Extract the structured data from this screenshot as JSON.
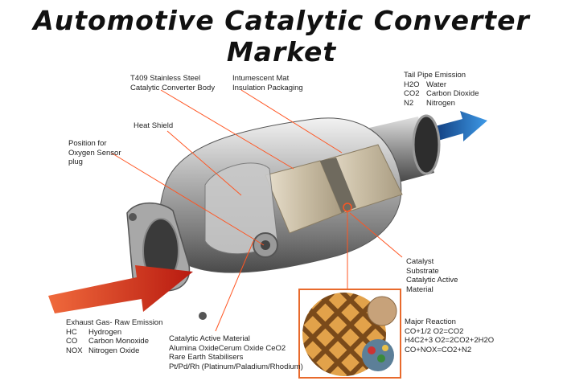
{
  "title": "Automotive Catalytic Converter Market",
  "labels": {
    "body": [
      "T409 Stainless Steel",
      "Catalytic Converter Body"
    ],
    "mat": [
      "Intumescent Mat",
      "Insulation Packaging"
    ],
    "heat_shield": "Heat Shield",
    "sensor": [
      "Position for",
      "Oxygen Sensor",
      "plug"
    ],
    "catalyst": [
      "Catalyst",
      "Substrate",
      "Catalytic Active",
      "Material"
    ],
    "reaction_title": "Major Reaction",
    "reactions": [
      "CO+1/2 O2=CO2",
      "H4C2+3 O2=2CO2+2H2O",
      "CO+NOX=CO2+N2"
    ],
    "active": [
      "Catalytic Active Material",
      "Alumina OxideCerum Oxide CeO2",
      "Rare Earth Stabilisers",
      "Pt/Pd/Rh (Platinum/Paladium/Rhodium)"
    ]
  },
  "tailpipe": {
    "title": "Tail Pipe Emission",
    "rows": [
      {
        "code": "H2O",
        "name": "Water"
      },
      {
        "code": "CO2",
        "name": "Carbon Dioxide"
      },
      {
        "code": "N2",
        "name": "Nitrogen"
      }
    ]
  },
  "exhaust": {
    "title": "Exhaust Gas- Raw Emission",
    "rows": [
      {
        "code": "HC",
        "name": "Hydrogen"
      },
      {
        "code": "CO",
        "name": "Carbon Monoxide"
      },
      {
        "code": "NOX",
        "name": "Nitrogen Oxide"
      }
    ]
  },
  "colors": {
    "leader": "#ff5522",
    "outlet_arrow": "#2a86d4",
    "inlet_arrow": "#d23018",
    "inset_border": "#e86a2c"
  }
}
